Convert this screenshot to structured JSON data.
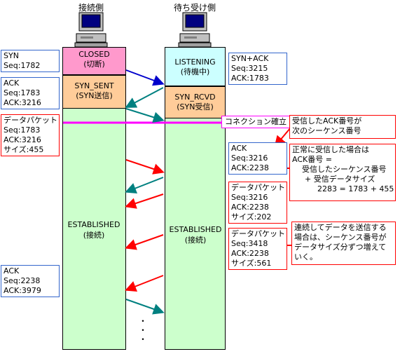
{
  "headers": {
    "client": "接続側",
    "server": "待ち受け側"
  },
  "client_states": {
    "closed": [
      "CLOSED",
      "(切断)"
    ],
    "syn_sent": [
      "SYN_SENT",
      "(SYN送信)"
    ],
    "established": [
      "ESTABLISHED",
      "(接続)"
    ]
  },
  "server_states": {
    "listening": [
      "LISTENING",
      "(待機中)"
    ],
    "syn_rcvd": [
      "SYN_RCVD",
      "(SYN受信)"
    ],
    "established": [
      "ESTABLISHED",
      "(接続)"
    ]
  },
  "left_boxes": [
    [
      "SYN",
      "Seq:1782"
    ],
    [
      "ACK",
      "Seq:1783",
      "ACK:3216"
    ],
    [
      "データパケット",
      "Seq:1783",
      "ACK:3216",
      "サイズ:455"
    ],
    [
      "ACK",
      "Seq:2238",
      "ACK:3979"
    ]
  ],
  "right_boxes": [
    [
      "SYN+ACK",
      "Seq:3215",
      "ACK:1783"
    ],
    [
      "ACK",
      "Seq:3216",
      "ACK:2238"
    ],
    [
      "データパケット",
      "Seq:3216",
      "ACK:2238",
      "サイズ:202"
    ],
    [
      "データパケット",
      "Seq:3418",
      "ACK:2238",
      "サイズ:561"
    ]
  ],
  "connection_label": "コネクション確立",
  "notes": {
    "ack_is_next_seq": [
      "受信したACK番号が",
      "次のシーケンス番号"
    ],
    "normal_receive": [
      "正常に受信した場合は",
      "ACK番号 =",
      "受信したシーケンス番号",
      "+ 受信データサイズ",
      "2283 = 1783 + 455"
    ],
    "continuous_send": [
      "連続してデータを送信する",
      "場合は、シーケンス番号が",
      "データサイズ分ずつ増えて",
      "いく。"
    ]
  },
  "continuation": "・\n・\n・",
  "colors": {
    "established": "#ccffcc",
    "closed": "#ff99cc",
    "handshake": "#ffcc99",
    "listening": "#ccffff",
    "syn_arrow": "#0000cc",
    "ack_arrow": "#008080",
    "data_arrow": "#ff0000",
    "connection_line": "#ff00ff"
  }
}
